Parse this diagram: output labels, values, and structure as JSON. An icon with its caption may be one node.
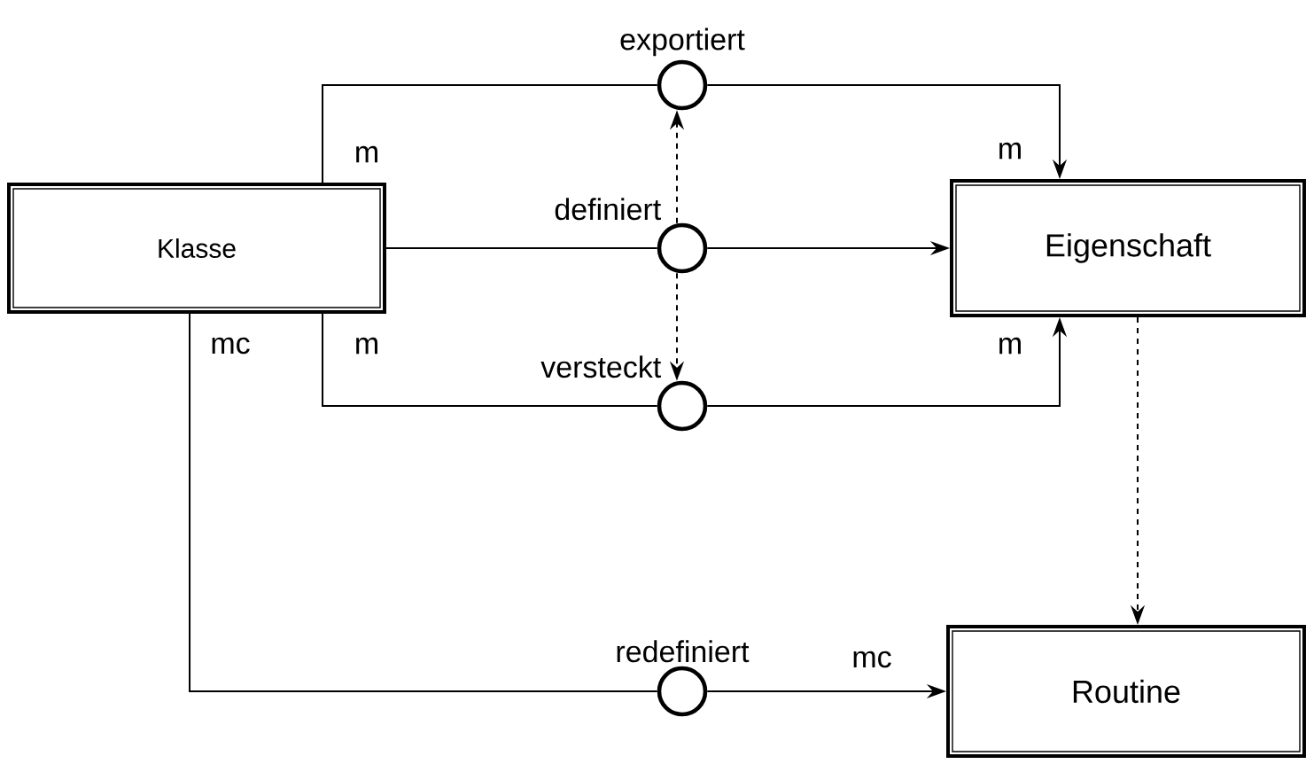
{
  "diagram": {
    "nodes": [
      {
        "text": [
          "Klasse"
        ]
      },
      {
        "text": [
          "Eigenschaft"
        ]
      },
      {
        "text": [
          "Routine"
        ]
      },
      {
        "text": [
          "exportiert"
        ]
      },
      {
        "text": [
          "definiert"
        ]
      },
      {
        "text": [
          "versteckt"
        ]
      },
      {
        "text": [
          "redefiniert"
        ]
      }
    ],
    "edges": [
      {
        "from": 0,
        "to": 3,
        "arrow": "none",
        "label": "m"
      },
      {
        "from": 3,
        "to": 1,
        "arrow": "to",
        "label": "m"
      },
      {
        "from": 0,
        "to": 4,
        "arrow": "none"
      },
      {
        "from": 4,
        "to": 1,
        "arrow": "to"
      },
      {
        "from": 0,
        "to": 5,
        "arrow": "none",
        "label": "m"
      },
      {
        "from": 5,
        "to": 1,
        "arrow": "to",
        "label": "m"
      },
      {
        "from": 4,
        "to": 3,
        "arrow": "to",
        "style": "dashed"
      },
      {
        "from": 4,
        "to": 5,
        "arrow": "to",
        "style": "dashed"
      },
      {
        "from": 1,
        "to": 2,
        "arrow": "to",
        "style": "dashed"
      },
      {
        "from": 0,
        "to": 6,
        "arrow": "none",
        "label": "mc"
      },
      {
        "from": 6,
        "to": 2,
        "arrow": "to",
        "label": "mc"
      }
    ]
  }
}
